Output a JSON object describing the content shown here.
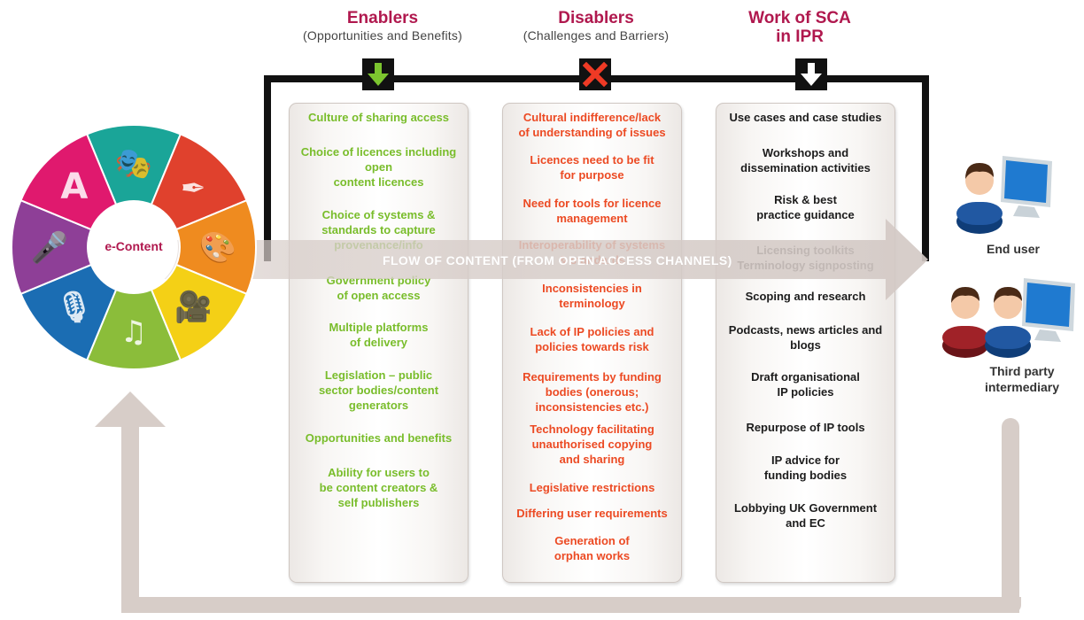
{
  "headers": {
    "enablers": {
      "title": "Enablers",
      "subtitle": "(Opportunities and Benefits)"
    },
    "disablers": {
      "title": "Disablers",
      "subtitle": "(Challenges and Barriers)"
    },
    "work": {
      "title_line1": "Work of SCA",
      "title_line2": "in IPR"
    }
  },
  "wheel": {
    "center_label": "e-Content",
    "segments": [
      {
        "icon": "theatre-masks-icon",
        "color": "#1aa598"
      },
      {
        "icon": "fountain-pen-icon",
        "color": "#e0412d"
      },
      {
        "icon": "palette-icon",
        "color": "#ef8b1f"
      },
      {
        "icon": "film-camera-icon",
        "color": "#f4d016"
      },
      {
        "icon": "music-note-icon",
        "color": "#8bbd3a"
      },
      {
        "icon": "podcast-microphone-icon",
        "color": "#1b6db3"
      },
      {
        "icon": "microphone-icon",
        "color": "#8e3f97"
      },
      {
        "icon": "font-icon",
        "color": "#e0196e"
      }
    ]
  },
  "flow_label": "FLOW OF CONTENT (FROM OPEN ACCESS CHANNELS)",
  "enablers_items": [
    "Culture of sharing access",
    "Choice of licences including\nopen\ncontent licences",
    "Choice of systems &\nstandards to capture\nprovenance/info",
    "Government policy\nof open access",
    "Multiple platforms\nof delivery",
    "Legislation – public\nsector bodies/content\ngenerators",
    "Opportunities and benefits",
    "Ability for users to\nbe content creators &\nself publishers"
  ],
  "disablers_items": [
    "Cultural indifference/lack\nof understanding of issues",
    "Licences need to be fit\nfor purpose",
    "Need for tools for licence\nmanagement",
    "Interoperability of systems\n& standards",
    "Inconsistencies in\nterminology",
    "Lack of IP policies and\npolicies towards risk",
    "Requirements by funding\nbodies (onerous;\ninconsistencies etc.)",
    "Technology facilitating\nunauthorised copying\nand sharing",
    "Legislative restrictions",
    "Differing user requirements",
    "Generation of\norphan works"
  ],
  "work_items": [
    "Use cases and case studies",
    "Workshops and\ndissemination activities",
    "Risk & best\npractice guidance",
    "Licensing toolkits\nTerminology signposting",
    "Scoping and research",
    "Podcasts, news articles and\nblogs",
    "Draft organisational\nIP policies",
    "Repurpose of IP tools",
    "IP advice for\nfunding bodies",
    "Lobbying UK Government\nand EC"
  ],
  "users": {
    "end_user": "End user",
    "third_party": "Third party\nintermediary"
  },
  "colors": {
    "heading": "#b0184e",
    "enablers_text": "#79bd2b",
    "disablers_text": "#ec4a23",
    "work_text": "#1c1c1c",
    "flow_arrow": "#ddd3cf",
    "return_arrow": "#d7cdc8"
  }
}
